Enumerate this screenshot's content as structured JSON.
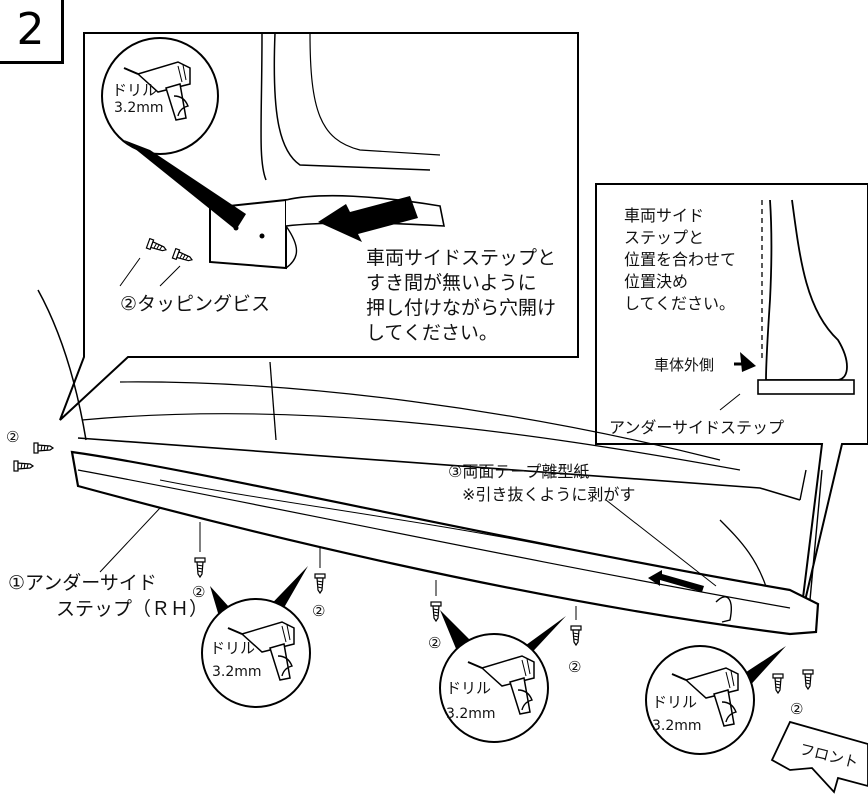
{
  "step_number": "2",
  "inset_top": {
    "drill_label": "ドリル",
    "drill_size": "3.2mm",
    "note_lines": [
      "車両サイドステップと",
      "すき間が無いように",
      "押し付けながら穴開け",
      "してください。"
    ],
    "screw_label": "②タッピングビス"
  },
  "inset_right": {
    "note_lines": [
      "車両サイド",
      "ステップと",
      "位置を合わせて",
      "位置決め",
      "してください。"
    ],
    "body_outer_label": "車体外側",
    "under_step_label": "アンダーサイドステップ"
  },
  "main": {
    "screw_marker": "②",
    "tape_label_line1": "③両面テープ離型紙",
    "tape_label_line2": "※引き抜くように剥がす",
    "part_label_line1": "①アンダーサイド",
    "part_label_line2": "ステップ（ＲＨ）",
    "drill_label": "ドリル",
    "drill_size": "3.2mm",
    "front_label": "フロント"
  }
}
